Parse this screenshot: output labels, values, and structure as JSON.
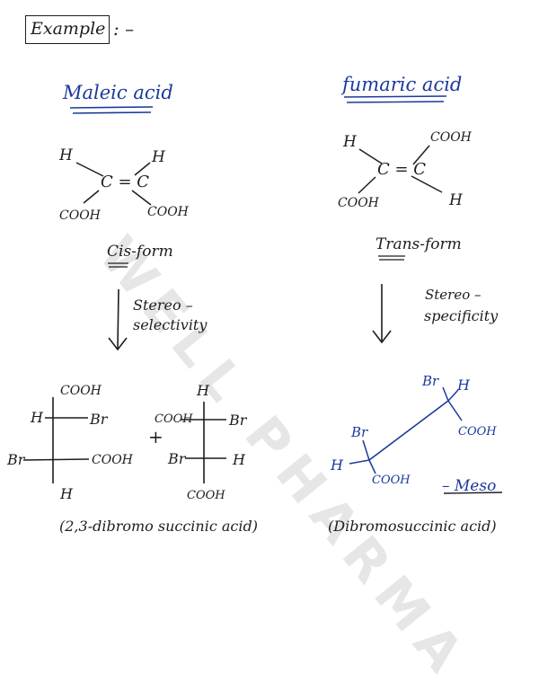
{
  "header": {
    "label": "Example",
    "suffix": ": –"
  },
  "watermark": "WELL PHARMA",
  "left": {
    "title": "Maleic acid",
    "structure": {
      "h_left": "H",
      "h_right": "H",
      "bond": "C = C",
      "cooh_left": "COOH",
      "cooh_right": "COOH"
    },
    "form": "Cis-form",
    "arrow_label_1": "Stereo –",
    "arrow_label_2": "selectivity",
    "fischer_a": {
      "top": "COOH",
      "r1_left": "H",
      "r1_right": "Br",
      "r2_left": "Br",
      "r2_right": "COOH",
      "bottom": "H"
    },
    "plus": "+",
    "fischer_b": {
      "top": "H",
      "r1_left": "COOH",
      "r1_right": "Br",
      "r2_left": "Br",
      "r2_right": "H",
      "bottom": "COOH"
    },
    "product": "(2,3-dibromo succinic acid)"
  },
  "right": {
    "title": "fumaric acid",
    "structure": {
      "h_left": "H",
      "cooh_right": "COOH",
      "bond": "C = C",
      "cooh_left": "COOH",
      "h_right": "H"
    },
    "form": "Trans-form",
    "arrow_label_1": "Stereo –",
    "arrow_label_2": "specificity",
    "sawhorse": {
      "back_br": "Br",
      "back_h": "H",
      "back_cooh": "COOH",
      "front_br": "Br",
      "front_h": "H",
      "front_cooh": "COOH"
    },
    "meso": "– Meso",
    "product": "(Dibromosuccinic acid)"
  }
}
